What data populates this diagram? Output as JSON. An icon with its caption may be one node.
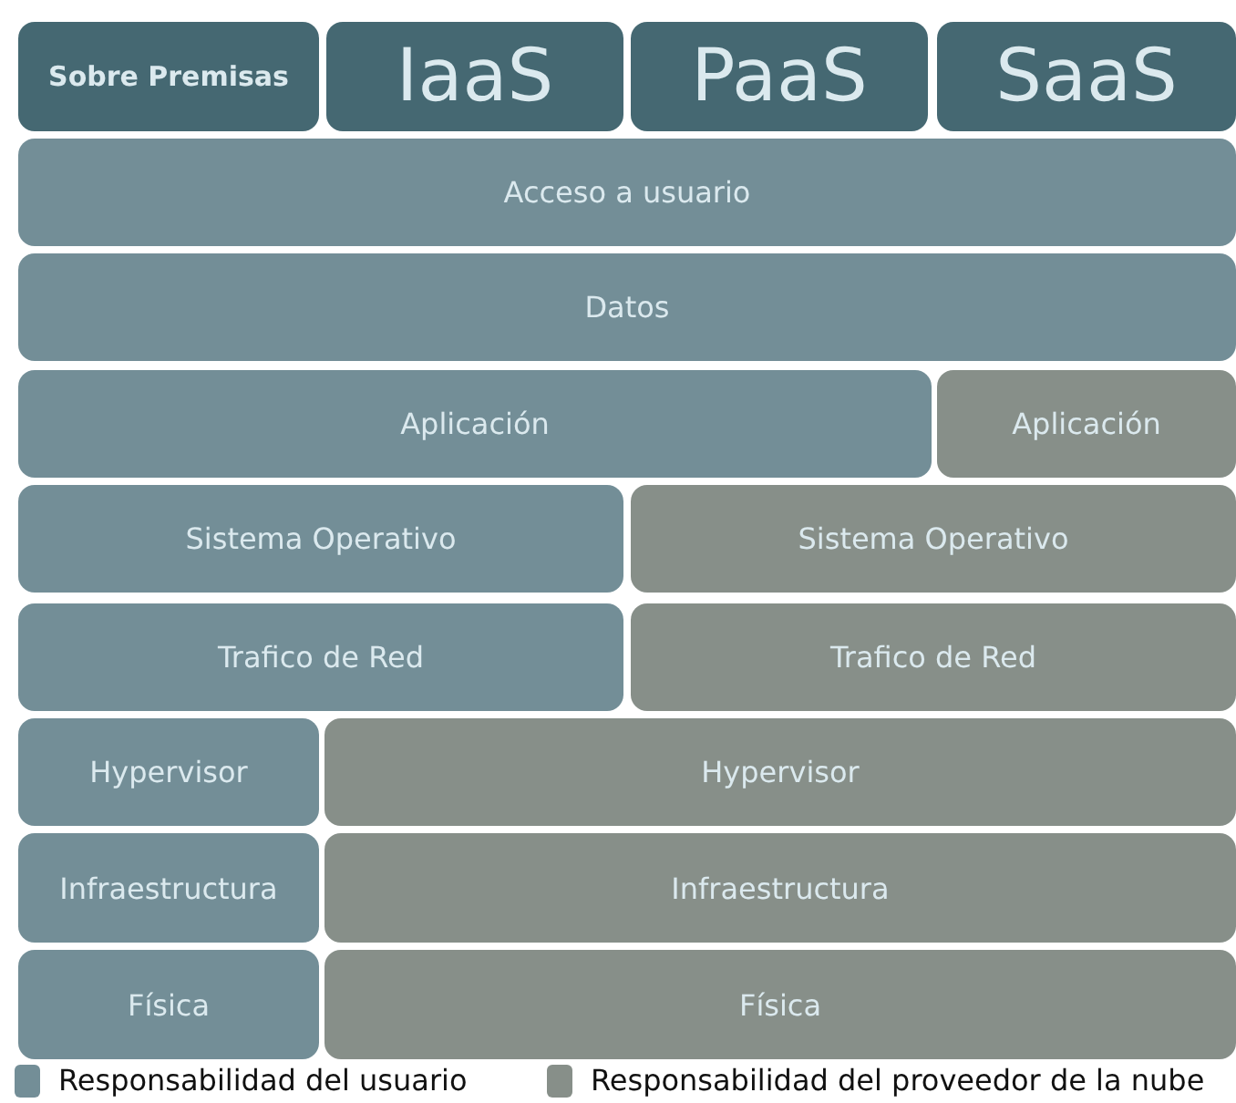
{
  "diagram": {
    "nodes": [
      {
        "text": [
          "Sobre Premisas"
        ]
      },
      {
        "text": [
          "IaaS"
        ]
      },
      {
        "text": [
          "PaaS"
        ]
      },
      {
        "text": [
          "SaaS"
        ]
      },
      {
        "text": [
          "Acceso a usuario"
        ]
      },
      {
        "text": [
          "Datos"
        ]
      },
      {
        "text": [
          "Aplicación"
        ]
      },
      {
        "text": [
          "Aplicación"
        ]
      },
      {
        "text": [
          "Sistema Operativo"
        ]
      },
      {
        "text": [
          "Sistema Operativo"
        ]
      },
      {
        "text": [
          "Trafico de Red"
        ]
      },
      {
        "text": [
          "Trafico de Red"
        ]
      },
      {
        "text": [
          "Hypervisor"
        ]
      },
      {
        "text": [
          "Hypervisor"
        ]
      },
      {
        "text": [
          "Infraestructura"
        ]
      },
      {
        "text": [
          "Infraestructura"
        ]
      },
      {
        "text": [
          "Física"
        ]
      },
      {
        "text": [
          "Física"
        ]
      }
    ],
    "legend": [
      {
        "text": "Responsabilidad del usuario",
        "color": "#738e97"
      },
      {
        "text": "Responsabilidad del proveedor de la nube",
        "color": "#878f89"
      }
    ]
  }
}
